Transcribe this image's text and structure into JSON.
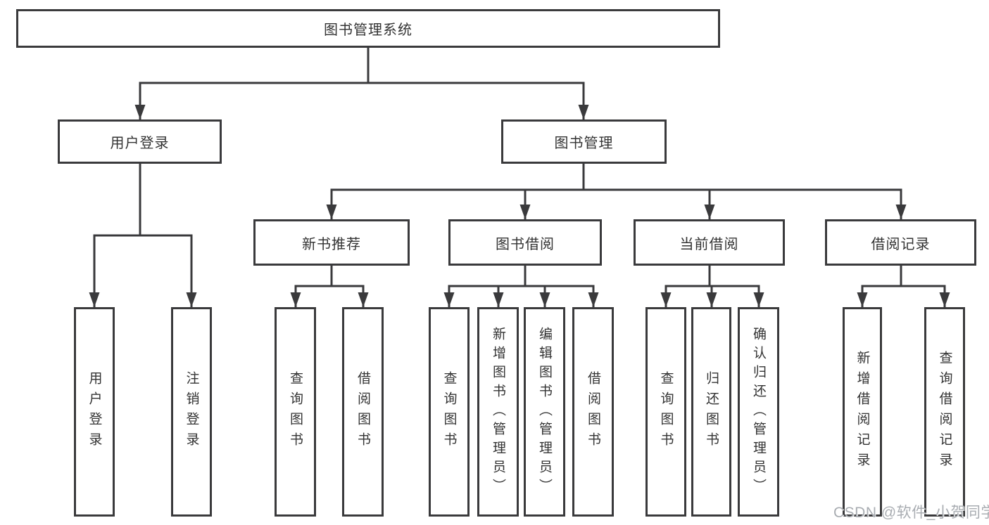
{
  "colors": {
    "line": "#3a3a3c",
    "node_text": "#333333",
    "watermark_text": "#a9adb2",
    "background": "#ffffff"
  },
  "diagram": {
    "title": "图书管理系统",
    "branches": [
      {
        "label": "用户登录",
        "children": [
          {
            "label": "用户登录"
          },
          {
            "label": "注销登录"
          }
        ]
      },
      {
        "label": "图书管理",
        "children": [
          {
            "label": "新书推荐",
            "children": [
              {
                "label": "查询图书"
              },
              {
                "label": "借阅图书"
              }
            ]
          },
          {
            "label": "图书借阅",
            "children": [
              {
                "label": "查询图书"
              },
              {
                "label": "新增图书（管理员）"
              },
              {
                "label": "编辑图书（管理员）"
              },
              {
                "label": "借阅图书"
              }
            ]
          },
          {
            "label": "当前借阅",
            "children": [
              {
                "label": "查询图书"
              },
              {
                "label": "归还图书"
              },
              {
                "label": "确认归还（管理员）"
              }
            ]
          },
          {
            "label": "借阅记录",
            "children": [
              {
                "label": "新增借阅记录"
              },
              {
                "label": "查询借阅记录"
              }
            ]
          }
        ]
      }
    ]
  },
  "watermark": {
    "text": "CSDN @软件_小贺同学"
  }
}
